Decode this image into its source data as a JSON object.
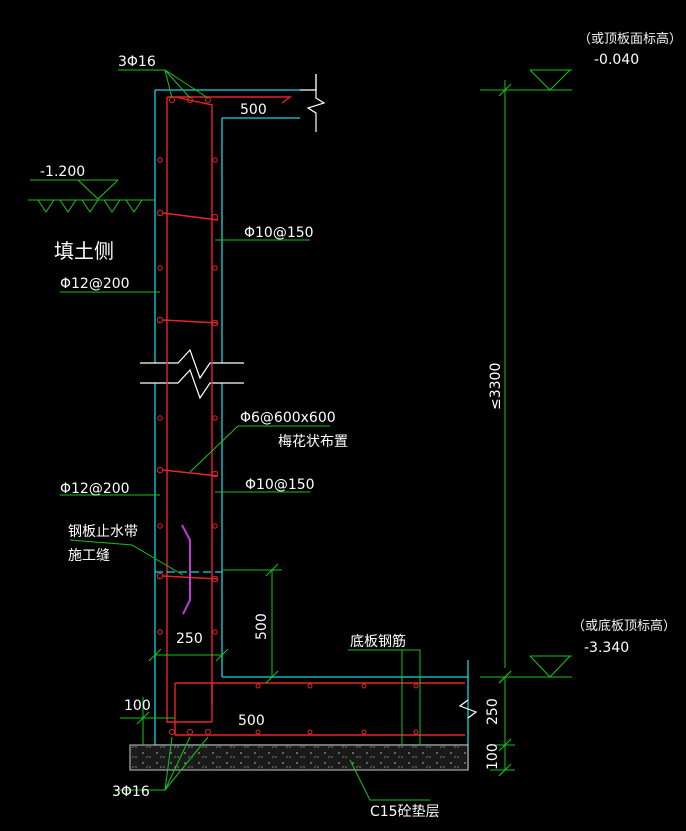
{
  "top_elevation_note": "（或顶板面标高）",
  "top_elevation_value": "-0.040",
  "bottom_elevation_note": "（或底板顶标高）",
  "bottom_elevation_value": "-3.340",
  "ground_elevation": "-1.200",
  "fill_side": "填土侧",
  "top_bars": "3Φ16",
  "bottom_bars": "3Φ16",
  "slab_top_dim": "500",
  "slab_bottom_dim": "500",
  "inner_bar_upper": "Φ10@150",
  "inner_bar_lower": "Φ10@150",
  "outer_bar_upper": "Φ12@200",
  "outer_bar_lower": "Φ12@200",
  "tie_bar": "Φ6@600x600",
  "tie_bar_note": "梅花状布置",
  "waterstop_line1": "钢板止水带",
  "waterstop_line2": "施工缝",
  "wall_thickness": "250",
  "joint_height": "500",
  "base_slab_bars": "底板钢筋",
  "offset_100": "100",
  "total_height": "≤3300",
  "slab_thickness": "250",
  "cushion_thickness": "100",
  "cushion_label": "C15砼垫层",
  "colors": {
    "background": "#000000",
    "concrete_outline": "#19d2e0",
    "rebar": "#e6242b",
    "leader": "#19c419",
    "text": "#ffffff",
    "waterstop": "#c03ad8",
    "cushion": "#c9c9c9"
  }
}
